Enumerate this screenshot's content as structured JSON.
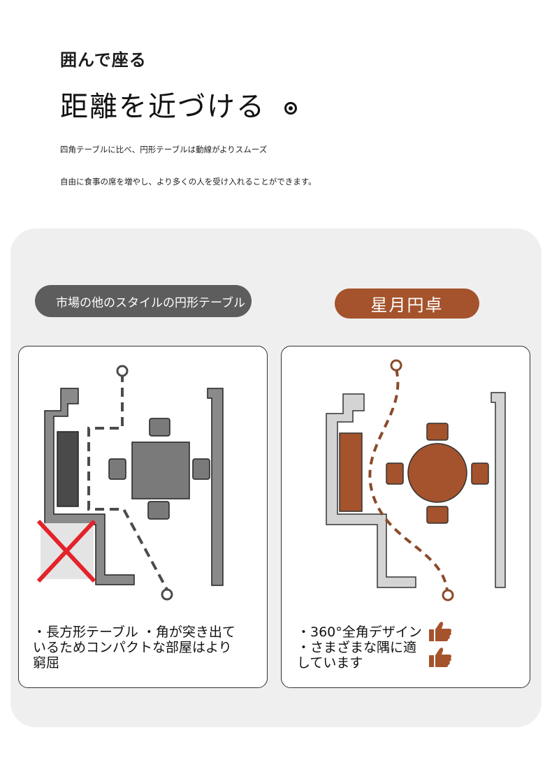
{
  "header": {
    "kicker": "囲んで座る",
    "headline": "距離を近づける",
    "desc_line1": "四角テーブルに比べ、円形テーブルは動線がよりスムーズ",
    "desc_line2": "自由に食事の席を増やし、より多くの人を受け入れることができます。"
  },
  "comparison": {
    "left_label": "市場の他のスタイルの円形テーブル",
    "right_label": "星月円卓",
    "left_caption": "・長方形テーブル ・角が突き出ているためコンパクトな部屋はより窮屈",
    "right_caption": "・360°全角デザイン ・さまざまな隅に適しています"
  },
  "icons": {
    "bullet": "radio-dot-icon",
    "cross": "red-x-icon",
    "thumb": "thumbs-up-icon"
  },
  "colors": {
    "accent_brown": "#a4532c",
    "gray_label": "#5d5d5d",
    "cross_red": "#e4222a",
    "panel_bg": "#efefef"
  }
}
